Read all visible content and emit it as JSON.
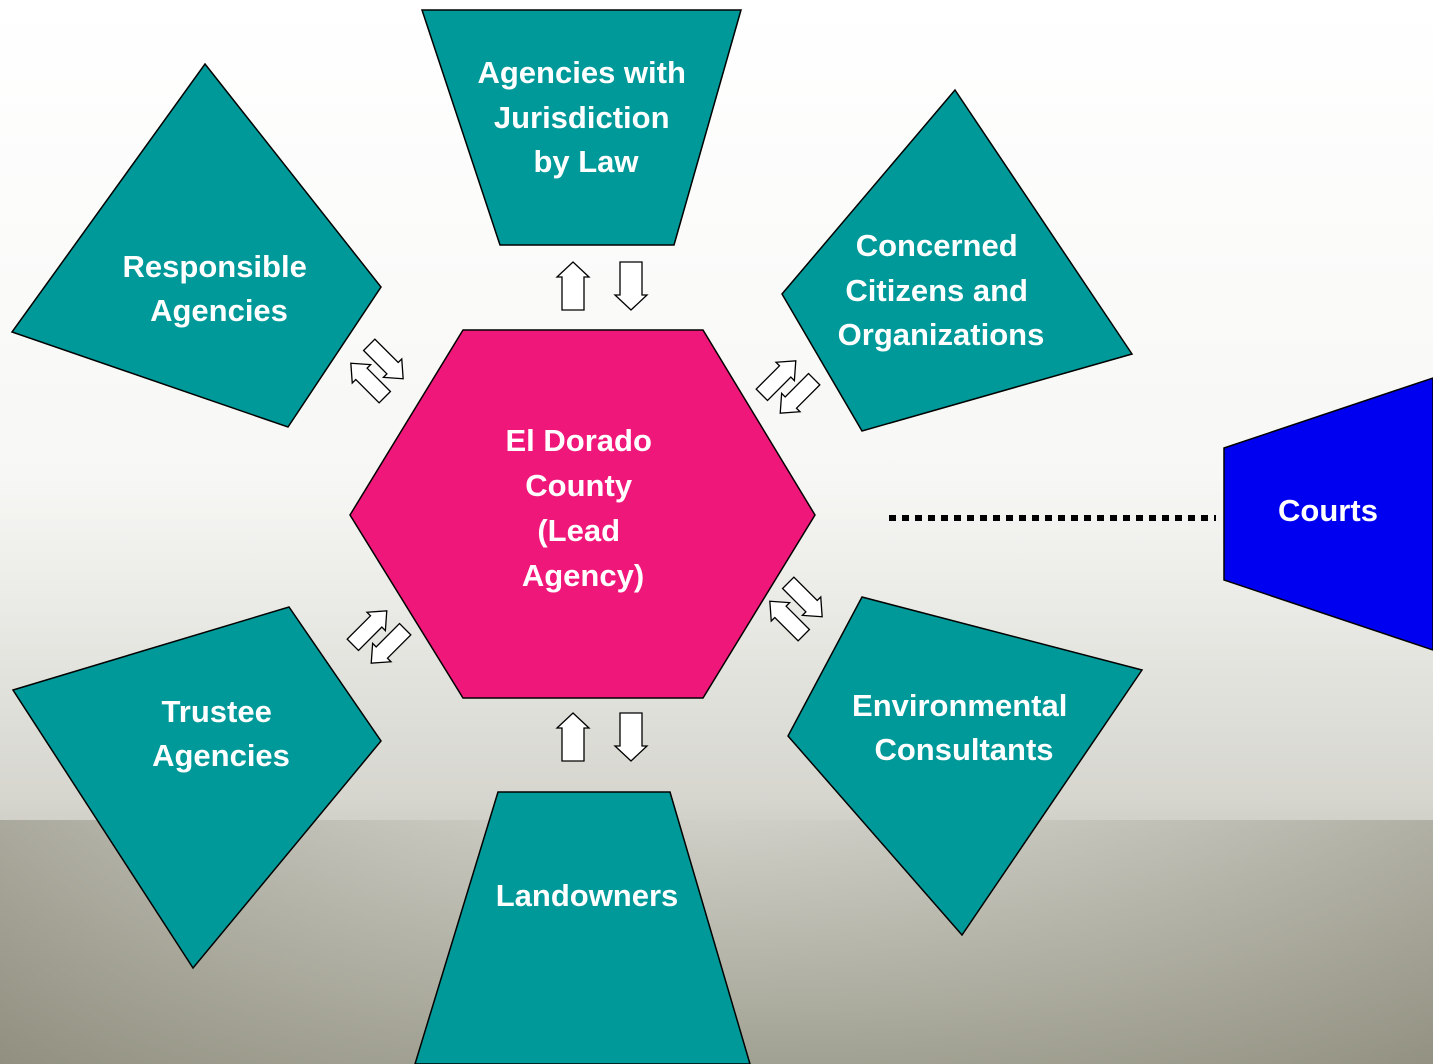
{
  "colors": {
    "stakeholder_fill": "#009999",
    "lead_agency_fill": "#f0177a",
    "courts_fill": "#0000f0",
    "text": "#ffffff",
    "background_top": "#ffffff",
    "background_bottom": "#9a9a8a"
  },
  "lead_agency": {
    "lines": [
      "El Dorado",
      "County",
      "(Lead",
      "Agency)"
    ]
  },
  "stakeholders": [
    {
      "id": "agencies-with-jurisdiction",
      "lines": [
        "Agencies with",
        "Jurisdiction",
        "by Law"
      ]
    },
    {
      "id": "concerned-citizens",
      "lines": [
        "Concerned",
        "Citizens and",
        "Organizations"
      ]
    },
    {
      "id": "environmental-consultants",
      "lines": [
        "Environmental",
        "Consultants"
      ]
    },
    {
      "id": "landowners",
      "lines": [
        "Landowners"
      ]
    },
    {
      "id": "trustee-agencies",
      "lines": [
        "Trustee",
        "Agencies"
      ]
    },
    {
      "id": "responsible-agencies",
      "lines": [
        "Responsible",
        "Agencies"
      ]
    }
  ],
  "courts": {
    "label": "Courts",
    "connector": "dotted"
  },
  "connector_icons": [
    "double-arrow-icon"
  ]
}
